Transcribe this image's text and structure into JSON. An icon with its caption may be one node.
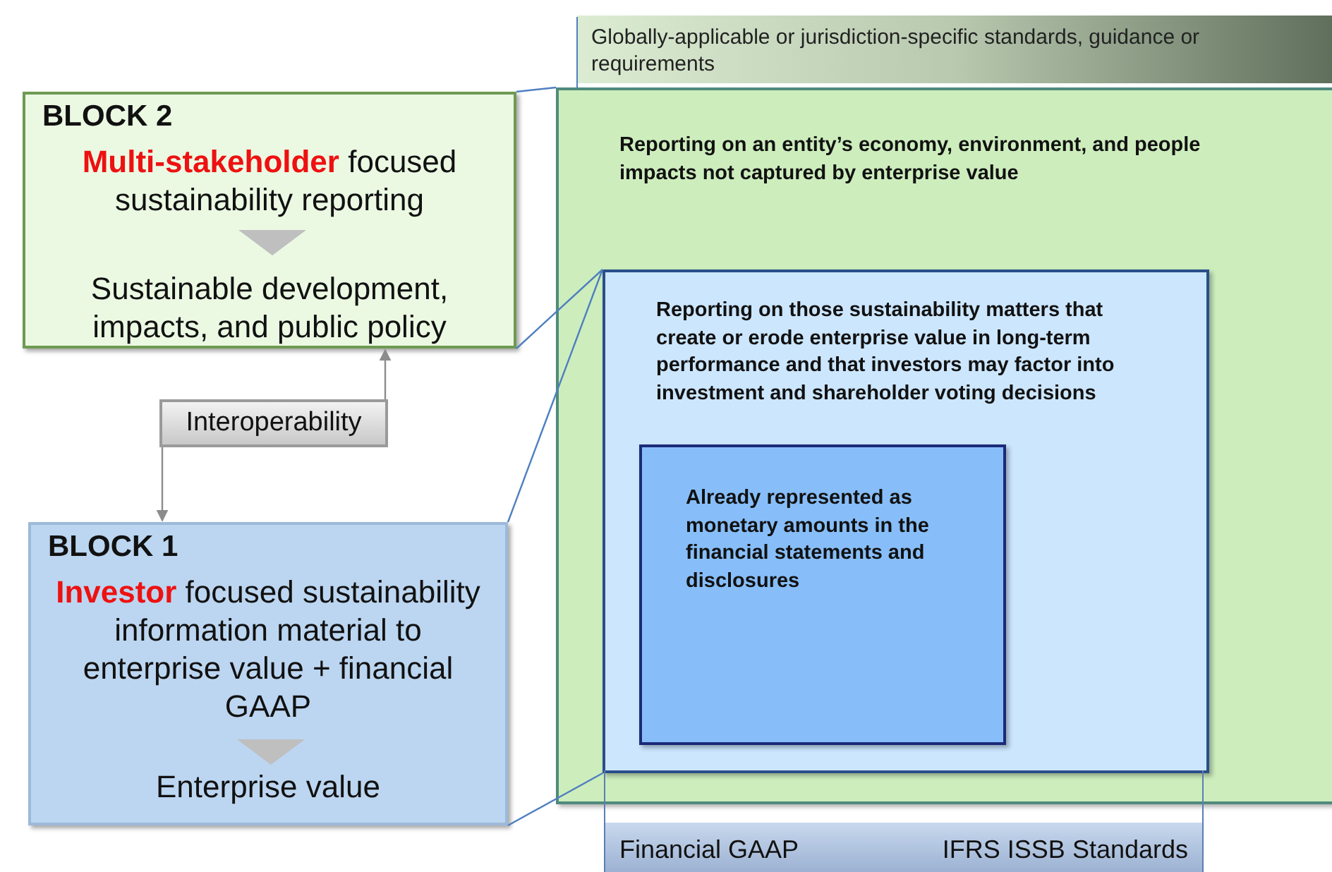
{
  "diagram": {
    "nodes": [
      {
        "text": [
          "BLOCK 2",
          "**Multi-stakeholder** focused sustainability reporting",
          "Sustainable development, impacts, and public policy"
        ]
      },
      {
        "text": [
          "Interoperability"
        ]
      },
      {
        "text": [
          "BLOCK 1",
          "**Investor** focused sustainability information material to enterprise value + financial GAAP",
          "Enterprise value"
        ]
      },
      {
        "text": [
          "Globally-applicable or jurisdiction-specific standards, guidance or requirements"
        ]
      },
      {
        "text": [
          "Reporting on an entity’s economy, environment, and people impacts not captured by enterprise value"
        ]
      },
      {
        "text": [
          "Reporting on those sustainability matters that create or erode enterprise value in long-term performance and that investors may factor into investment and shareholder voting decisions"
        ],
        "in": 4
      },
      {
        "text": [
          "Already represented as monetary amounts in the financial statements and disclosures"
        ],
        "in": 5
      },
      {
        "text": [
          "Financial GAAP",
          "IFRS ISSB Standards"
        ]
      }
    ],
    "edges": [
      {
        "from": 1,
        "to": 0,
        "arrow": "to",
        "color": "#8c8c8c"
      },
      {
        "from": 1,
        "to": 2,
        "arrow": "to",
        "color": "#8c8c8c"
      },
      {
        "from": 0,
        "to": 4,
        "arrow": "none"
      },
      {
        "from": 0,
        "to": 5,
        "arrow": "none"
      },
      {
        "from": 2,
        "to": 5,
        "arrow": "none"
      },
      {
        "from": 2,
        "to": 5,
        "arrow": "none"
      }
    ]
  }
}
